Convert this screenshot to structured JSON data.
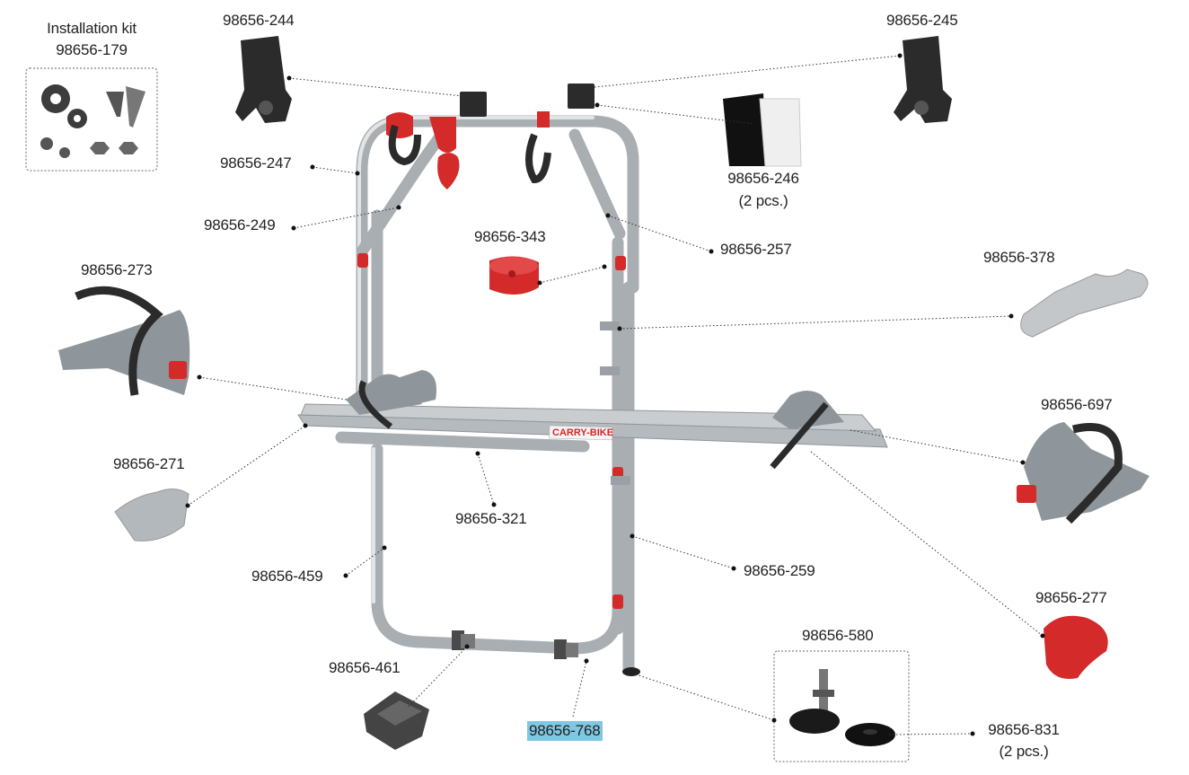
{
  "installation_kit": {
    "title": "Installation kit",
    "code": "98656-179"
  },
  "parts": [
    {
      "key": "p244",
      "code": "98656-244"
    },
    {
      "key": "p245",
      "code": "98656-245"
    },
    {
      "key": "p247",
      "code": "98656-247"
    },
    {
      "key": "p246",
      "code": "98656-246",
      "note": "(2 pcs.)"
    },
    {
      "key": "p249",
      "code": "98656-249"
    },
    {
      "key": "p343",
      "code": "98656-343"
    },
    {
      "key": "p257",
      "code": "98656-257"
    },
    {
      "key": "p378",
      "code": "98656-378"
    },
    {
      "key": "p273",
      "code": "98656-273"
    },
    {
      "key": "p697",
      "code": "98656-697"
    },
    {
      "key": "p271",
      "code": "98656-271"
    },
    {
      "key": "p321",
      "code": "98656-321"
    },
    {
      "key": "p459",
      "code": "98656-459"
    },
    {
      "key": "p259",
      "code": "98656-259"
    },
    {
      "key": "p277",
      "code": "98656-277"
    },
    {
      "key": "p580",
      "code": "98656-580"
    },
    {
      "key": "p461",
      "code": "98656-461"
    },
    {
      "key": "p768",
      "code": "98656-768",
      "highlight": true
    },
    {
      "key": "p831",
      "code": "98656-831",
      "note": "(2 pcs.)"
    }
  ],
  "product_logo": "CARRY-BIKE",
  "colors": {
    "frame": "#a9aeb3",
    "accent_red": "#d42a2a",
    "rubber": "#2b2b2b",
    "cradle_grey": "#8e969c",
    "highlight": "#7ec8e3"
  }
}
